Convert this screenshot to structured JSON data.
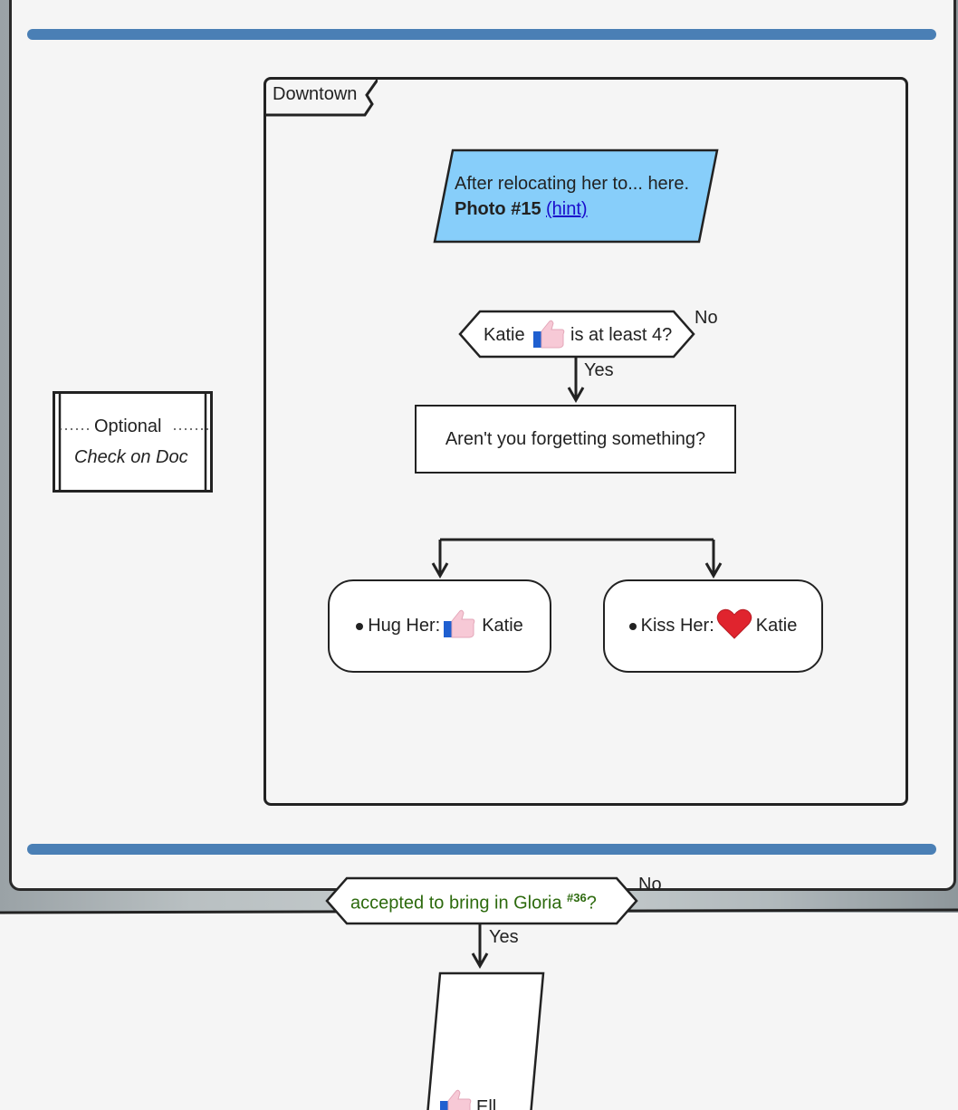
{
  "frame": {
    "label": "Downtown"
  },
  "optional_box": {
    "title": "Optional",
    "subtitle": "Check on Doc"
  },
  "photo_box": {
    "line1": "After relocating her to... here.",
    "photo_label": "Photo #15",
    "hint_link": "(hint)",
    "fill_color": "#87cefa"
  },
  "decision1": {
    "prefix": "Katie",
    "suffix": "is at least 4?",
    "no_label": "No",
    "yes_label": "Yes"
  },
  "prompt_box": {
    "text": "Aren't you forgetting something?"
  },
  "choice_hug": {
    "label": "Hug Her:",
    "name": "Katie",
    "icon": "thumbs-up-icon"
  },
  "choice_kiss": {
    "label": "Kiss Her:",
    "name": "Katie",
    "icon": "heart-icon"
  },
  "decision2": {
    "text": "accepted to bring in Gloria",
    "sup": "#36",
    "tail": "?",
    "no_label": "No",
    "yes_label": "Yes"
  },
  "bottom_box": {
    "text": "Ell"
  },
  "colors": {
    "accent_bar": "#4a7fb5",
    "parallelogram": "#87cefa",
    "green_text": "#2d6a0e",
    "heart": "#e0242e"
  }
}
